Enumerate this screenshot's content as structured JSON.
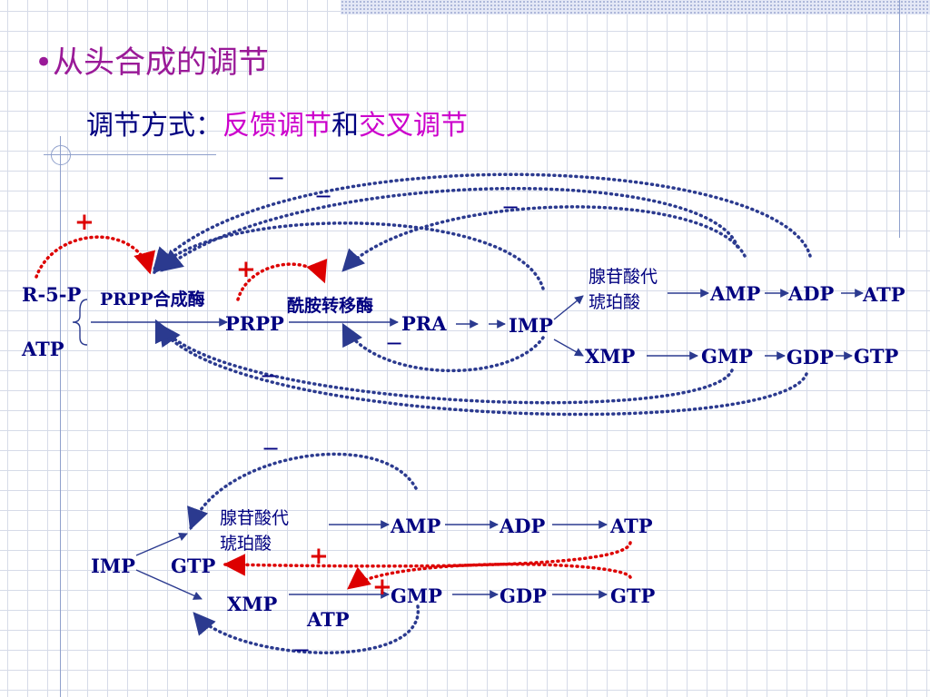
{
  "title": "•从头合成的调节",
  "subtitle": {
    "prefix": "调节方式：",
    "feedback": "反馈调节",
    "and": "和",
    "cross": "交叉调节"
  },
  "upper": {
    "r5p": "R-5-P",
    "atp": "ATP",
    "prpp_enzyme": "PRPP合成酶",
    "prpp": "PRPP",
    "amidotransferase": "酰胺转移酶",
    "pra": "PRA",
    "imp": "IMP",
    "adenylosuccinate_line1": "腺苷酸代",
    "adenylosuccinate_line2": "琥珀酸",
    "amp": "AMP",
    "adp": "ADP",
    "atp_end": "ATP",
    "xmp": "XMP",
    "gmp": "GMP",
    "gdp": "GDP",
    "gtp": "GTP"
  },
  "lower": {
    "adenylosuccinate_line1": "腺苷酸代",
    "adenylosuccinate_line2": "琥珀酸",
    "amp": "AMP",
    "adp": "ADP",
    "atp": "ATP",
    "imp": "IMP",
    "gtp_label": "GTP",
    "xmp": "XMP",
    "atp_label": "ATP",
    "gmp": "GMP",
    "gdp": "GDP",
    "gtp": "GTP"
  },
  "signs": {
    "plus": "+",
    "minus": "−"
  },
  "colors": {
    "text": "#000080",
    "title": "#9a1a98",
    "highlight": "#cc00cc",
    "activation": "#dd0000",
    "inhibition": "#2b3a8f"
  }
}
